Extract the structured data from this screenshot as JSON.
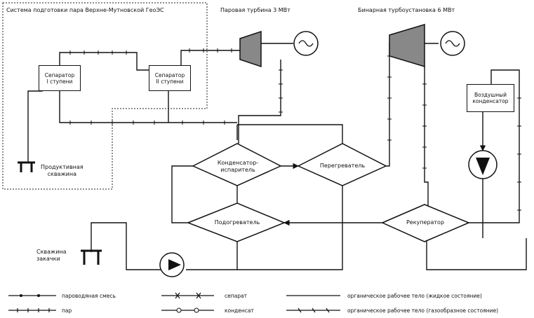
{
  "system_title": "Система подготовки пара Верхне-Мутновской ГеоЭС",
  "steam_turbine": "Паровая турбина 3 МВт",
  "binary_unit": "Бинарная турбоустановка 6 МВт",
  "separator1": [
    "Сепаратор",
    "I ступени"
  ],
  "separator2": [
    "Сепаратор",
    "II ступени"
  ],
  "air_condenser": [
    "Воздушный",
    "конденсатор"
  ],
  "production_well": [
    "Продуктивная",
    "скважина"
  ],
  "injection_well": [
    "Скважина",
    "закачки"
  ],
  "condenser_evaporator": [
    "Конденсатор-",
    "испаритель"
  ],
  "superheater": "Перегреватель",
  "preheater": "Подогреватель",
  "recuperator": "Рекуператор",
  "legend": {
    "steam_water": "пароводяная смесь",
    "steam": "пар",
    "separate": "сепарат",
    "condensate": "конденсат",
    "organic_liquid": "органическое рабочее тело (жидкое состояние)",
    "organic_gas": "органическое рабочее тело (газообразное состояние)"
  }
}
